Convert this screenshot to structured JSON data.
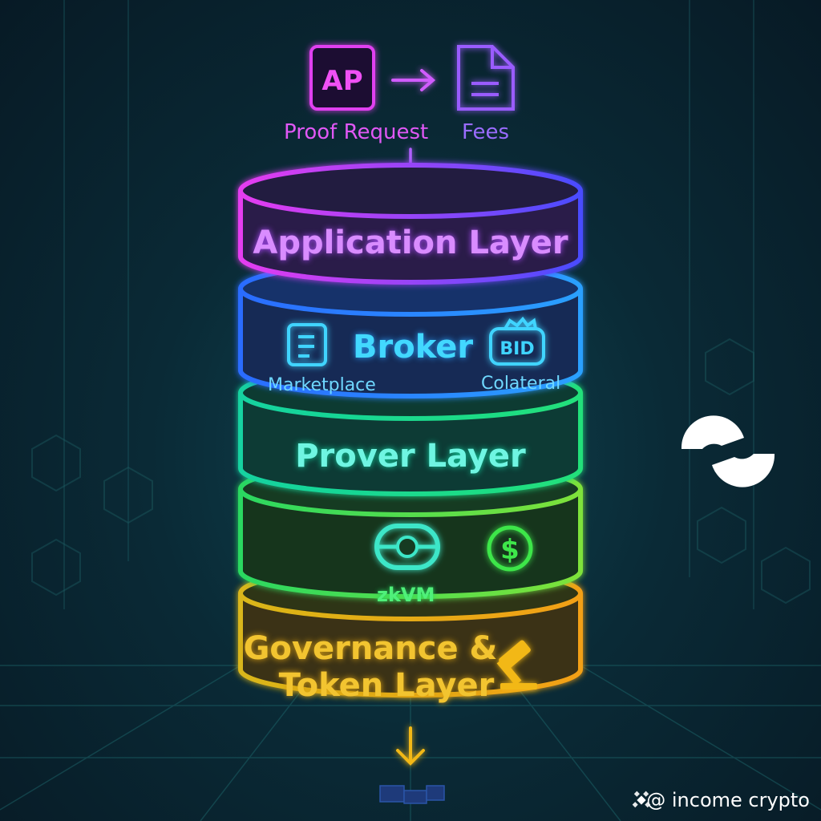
{
  "header": {
    "icon_ap_text": "AP",
    "proof_request": "Proof Request",
    "fees": "Fees"
  },
  "layers": {
    "application": "Application Layer",
    "broker": "Broker",
    "marketplace": "Marketplace",
    "collateral": "Colateral",
    "bid_badge": "BID",
    "prover": "Prover Layer",
    "zkvm": "zkVM",
    "dollar_sign": "$",
    "governance_line1": "Governance &",
    "governance_line2": "Token Layer"
  },
  "icons": [
    "ap-document-icon",
    "fees-document-icon",
    "marketplace-icon",
    "bid-badge-icon",
    "zkvm-icon",
    "dollar-icon",
    "gavel-icon",
    "brand-wave-logo",
    "binance-logo"
  ],
  "colors": {
    "application": "#c03cff",
    "broker": "#2f7dff",
    "prover": "#17d9a8",
    "zkvm_layer": "#3ee66b",
    "governance": "#f2b817",
    "background": "#0a2a36"
  },
  "watermark": "@ income crypto"
}
